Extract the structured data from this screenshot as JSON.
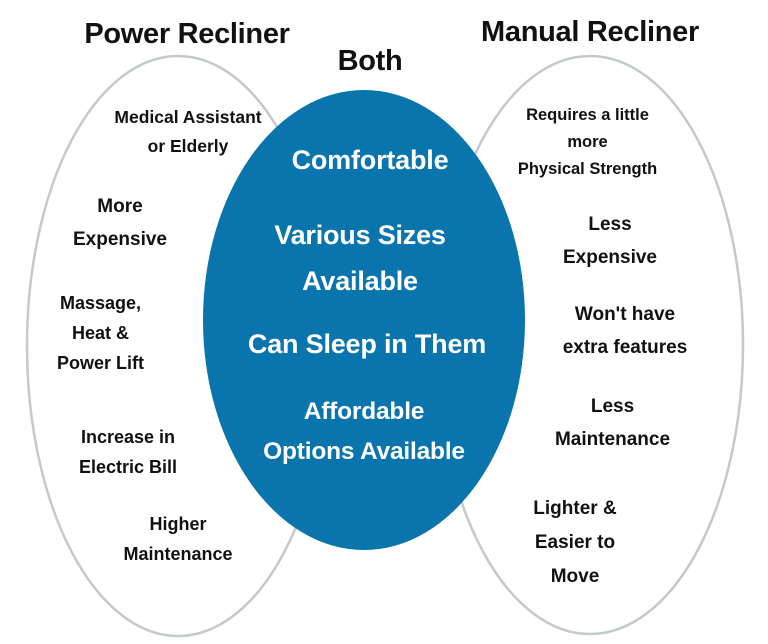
{
  "diagram": {
    "type": "venn",
    "colors": {
      "background": "#ffffff",
      "outline": "#c4c9cc",
      "center_fill": "#0a74ad",
      "text_dark": "#111111",
      "text_light": "#ffffff"
    },
    "left": {
      "title": "Power Recliner",
      "items": [
        {
          "lines": [
            "Medical Assistant",
            "or Elderly"
          ]
        },
        {
          "lines": [
            "More",
            "Expensive"
          ]
        },
        {
          "lines": [
            "Massage,",
            "Heat &",
            "Power Lift"
          ]
        },
        {
          "lines": [
            "Increase in",
            "Electric Bill"
          ]
        },
        {
          "lines": [
            "Higher",
            "Maintenance"
          ]
        }
      ]
    },
    "center": {
      "title": "Both",
      "items": [
        {
          "lines": [
            "Comfortable"
          ]
        },
        {
          "lines": [
            "Various Sizes",
            "Available"
          ]
        },
        {
          "lines": [
            "Can Sleep in Them"
          ]
        },
        {
          "lines": [
            "Affordable",
            "Options Available"
          ]
        }
      ]
    },
    "right": {
      "title": "Manual Recliner",
      "items": [
        {
          "lines": [
            "Requires a little",
            "more",
            "Physical Strength"
          ]
        },
        {
          "lines": [
            "Less",
            "Expensive"
          ]
        },
        {
          "lines": [
            "Won't have",
            "extra features"
          ]
        },
        {
          "lines": [
            "Less",
            "Maintenance"
          ]
        },
        {
          "lines": [
            "Lighter &",
            "Easier to",
            "Move"
          ]
        }
      ]
    }
  }
}
